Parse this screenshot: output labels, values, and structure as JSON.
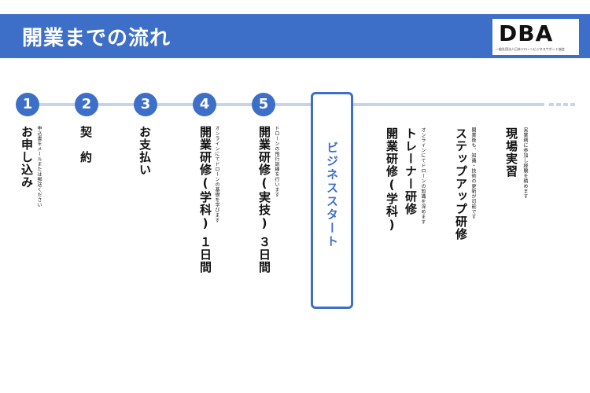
{
  "header": {
    "title": "開業までの流れ"
  },
  "logo": {
    "mark": "DBA",
    "subtext": "一般社団法人日本ドローンビジネスサポート協会"
  },
  "steps": [
    {
      "number": "1",
      "title": "お申し込み",
      "note": "申込書をメールまたは郵送ください"
    },
    {
      "number": "2",
      "title": "契　約"
    },
    {
      "number": "3",
      "title": "お支払い"
    },
    {
      "number": "4",
      "title_lines": [
        "開業研修(学科)",
        "１日間"
      ],
      "note": "オンラインにてドローンの基礎を学びます"
    },
    {
      "number": "5",
      "title_lines": [
        "開業研修(実技)",
        "３日間"
      ],
      "note": "ドローンの飛行訓練を行います"
    }
  ],
  "start": {
    "label": "ビジネススタート"
  },
  "after": [
    {
      "title_lines": [
        "トレーナー研修",
        "開業研修(学科)"
      ],
      "note": "オンラインにてドローンの知識を深めます"
    },
    {
      "title": "ステップアップ研修",
      "note": "開業後も、知識・技術の更新が可能です"
    },
    {
      "title": "現場実習",
      "note": "実業務に参加し経験を積めます"
    }
  ]
}
